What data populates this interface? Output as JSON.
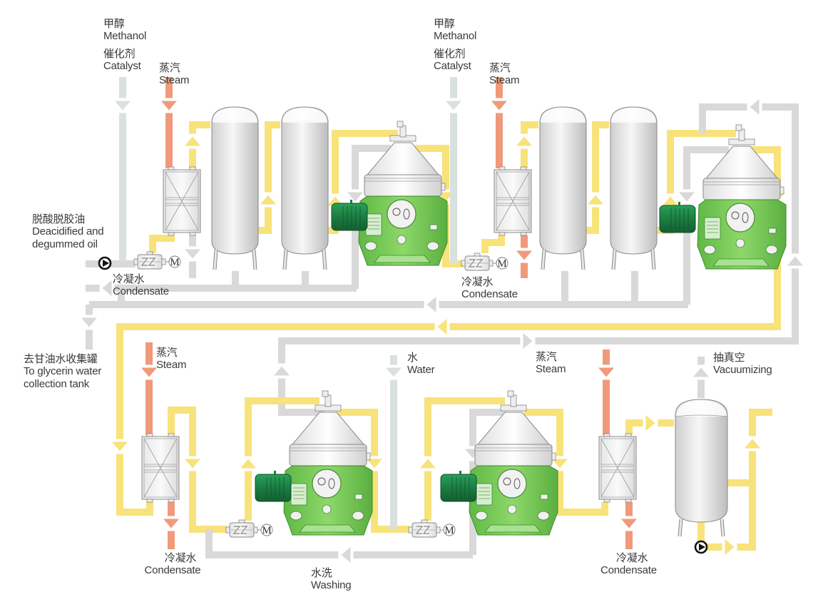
{
  "title": "Biodiesel transesterification process flow diagram",
  "colors": {
    "oil": "#f8e27a",
    "steam": "#f09a7c",
    "methanol": "#d9e1de",
    "water_line": "#d9d9d9",
    "centrifuge_body": "#7ccf5a",
    "motor": "#1f8a4a",
    "vessel": "#e8e8e8"
  },
  "labels": {
    "methanol_1": {
      "cn": "甲醇",
      "en": "Methanol"
    },
    "catalyst_1": {
      "cn": "催化剂",
      "en": "Catalyst"
    },
    "steam_1": {
      "cn": "蒸汽",
      "en": "Steam"
    },
    "methanol_2": {
      "cn": "甲醇",
      "en": "Methanol"
    },
    "catalyst_2": {
      "cn": "催化剂",
      "en": "Catalyst"
    },
    "steam_2": {
      "cn": "蒸汽",
      "en": "Steam"
    },
    "feed_oil": {
      "cn": "脱酸脱胶油",
      "en1": "Deacidified and",
      "en2": "degummed oil"
    },
    "condensate_1": {
      "cn": "冷凝水",
      "en": "Condensate"
    },
    "condensate_2": {
      "cn": "冷凝水",
      "en": "Condensate"
    },
    "glycerin": {
      "cn": "去甘油水收集罐",
      "en1": "To glycerin water",
      "en2": "collection tank"
    },
    "steam_3": {
      "cn": "蒸汽",
      "en": "Steam"
    },
    "water": {
      "cn": "水",
      "en": "Water"
    },
    "steam_4": {
      "cn": "蒸汽",
      "en": "Steam"
    },
    "vacuum": {
      "cn": "抽真空",
      "en": "Vacuumizing"
    },
    "condensate_3": {
      "cn": "冷凝水",
      "en": "Condensate"
    },
    "washing": {
      "cn": "水洗",
      "en": "Washing"
    },
    "condensate_4": {
      "cn": "冷凝水",
      "en": "Condensate"
    }
  },
  "motor_symbol": "M",
  "equipment": [
    {
      "type": "heat-exchanger",
      "id": "hx1"
    },
    {
      "type": "reactor-tank",
      "id": "tank1"
    },
    {
      "type": "reactor-tank",
      "id": "tank2"
    },
    {
      "type": "centrifuge",
      "id": "sep1"
    },
    {
      "type": "heat-exchanger",
      "id": "hx2"
    },
    {
      "type": "reactor-tank",
      "id": "tank3"
    },
    {
      "type": "reactor-tank",
      "id": "tank4"
    },
    {
      "type": "centrifuge",
      "id": "sep2"
    },
    {
      "type": "heat-exchanger",
      "id": "hx3"
    },
    {
      "type": "centrifuge",
      "id": "sep3"
    },
    {
      "type": "centrifuge",
      "id": "sep4"
    },
    {
      "type": "heat-exchanger",
      "id": "hx4"
    },
    {
      "type": "vacuum-tank",
      "id": "vac"
    },
    {
      "type": "static-mixer",
      "id": "mix1"
    },
    {
      "type": "static-mixer",
      "id": "mix2"
    },
    {
      "type": "static-mixer",
      "id": "mix3"
    },
    {
      "type": "static-mixer",
      "id": "mix4"
    },
    {
      "type": "pump",
      "id": "pump1"
    },
    {
      "type": "pump",
      "id": "pump2"
    }
  ]
}
